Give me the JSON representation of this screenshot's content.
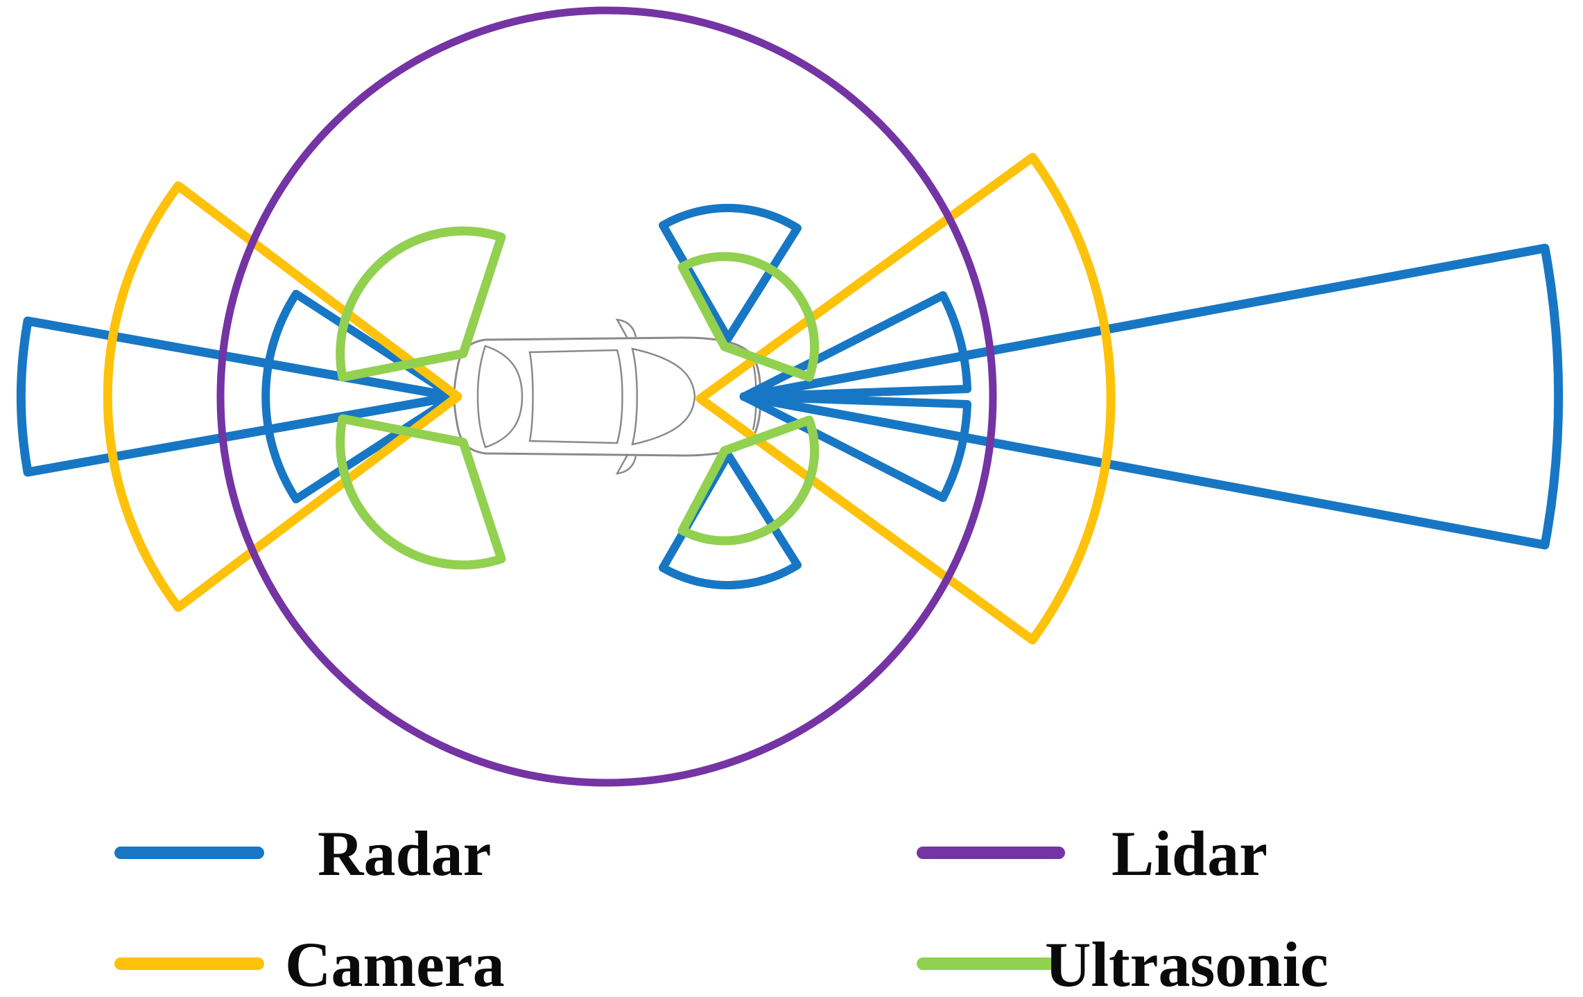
{
  "figure": {
    "title": "Autonomous vehicle sensor coverage diagram",
    "vehicle": "car top view (front facing right)",
    "background": "#ffffff",
    "text_color": "#0a0a0a"
  },
  "legend": {
    "items": [
      {
        "id": "radar",
        "label": "Radar",
        "color": "#1777C4",
        "swatch": "line"
      },
      {
        "id": "lidar",
        "label": "Lidar",
        "color": "#7434A4",
        "swatch": "line"
      },
      {
        "id": "camera",
        "label": "Camera",
        "color": "#FFC20A",
        "swatch": "line"
      },
      {
        "id": "ultrasonic",
        "label": "Ultrasonic",
        "color": "#92D050",
        "swatch": "line"
      }
    ]
  },
  "sensors": {
    "radar": {
      "color": "#1777C4",
      "zones": [
        "front long-range narrow cone (points right, ~20 deg FOV)",
        "front upper corner wedge (~8-27 deg above axis)",
        "front lower corner wedge (~8-27 deg below axis)",
        "front-left side wedge pointing up",
        "front-left side wedge pointing down",
        "rear long-range narrow cone (points left, ~20 deg FOV)",
        "rear medium wide wedge (points left, ~65 deg FOV)"
      ]
    },
    "camera": {
      "color": "#FFC20A",
      "zones": [
        "front wide wedge (points right, ~72 deg FOV, medium range)",
        "rear wide wedge (points left, ~74 deg FOV, medium range)"
      ]
    },
    "lidar": {
      "color": "#7434A4",
      "zones": [
        "360-degree circle centered on vehicle"
      ]
    },
    "ultrasonic": {
      "color": "#92D050",
      "zones": [
        "rear upper short-range sector",
        "rear lower short-range sector",
        "front upper short-range sector",
        "front lower short-range sector"
      ]
    }
  }
}
